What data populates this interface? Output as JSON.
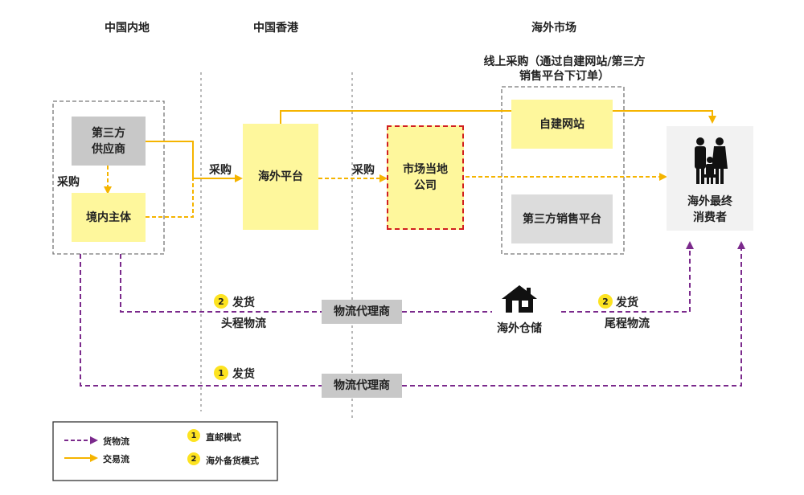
{
  "headers": {
    "mainland": "中国内地",
    "hongkong": "中国香港",
    "overseas": "海外市场"
  },
  "online_purchase_note": "线上采购（通过自建网站/第三方\n销售平台下订单）",
  "boxes": {
    "third_party_supplier": "第三方\n供应商",
    "domestic_entity": "境内主体",
    "overseas_platform": "海外平台",
    "local_company": "市场当地\n公司",
    "own_website": "自建网站",
    "third_party_platform": "第三方销售平台",
    "consumer": "海外最终\n消费者",
    "logistics_agent_1": "物流代理商",
    "logistics_agent_2": "物流代理商"
  },
  "labels": {
    "purchase_vertical": "采购",
    "purchase_to_platform": "采购",
    "purchase_to_company": "采购",
    "ship_2": "发货",
    "first_leg": "头程物流",
    "overseas_warehouse": "海外仓储",
    "ship_2_right": "发货",
    "last_leg": "尾程物流",
    "ship_1": "发货"
  },
  "markers": {
    "one": "1",
    "two": "2"
  },
  "legend": {
    "goods_flow": "货物流",
    "trade_flow": "交易流",
    "direct_mail": "直邮模式",
    "overseas_stock": "海外备货模式"
  },
  "colors": {
    "trade": "#f5b400",
    "goods": "#7b2a8c",
    "yellow_box": "#fef79c",
    "red_border": "#d11f1f"
  },
  "icons": {
    "warehouse": "house-icon",
    "consumer": "family-icon"
  }
}
